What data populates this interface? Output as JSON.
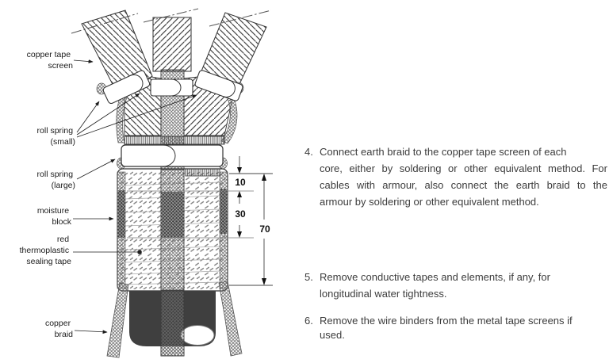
{
  "diagram": {
    "labels": {
      "copper_tape_screen": {
        "l1": "copper tape",
        "l2": "screen"
      },
      "roll_spring_small": {
        "l1": "roll spring",
        "l2": "(small)"
      },
      "roll_spring_large": {
        "l1": "roll spring",
        "l2": "(large)"
      },
      "moisture_block": {
        "l1": "moisture",
        "l2": "block"
      },
      "sealing_tape": {
        "l1": "red",
        "l2": "thermoplastic",
        "l3": "sealing tape"
      },
      "copper_braid": {
        "l1": "copper",
        "l2": "braid"
      }
    },
    "dimensions": {
      "d10": "10",
      "d30": "30",
      "d70": "70"
    },
    "colors": {
      "dark_fill": "#3f3f3f",
      "line": "#333333",
      "text": "#1c1c1c"
    }
  },
  "instructions": {
    "item4": {
      "num": "4.",
      "lines": [
        "Connect earth braid to the copper tape screen of each",
        "core, either by soldering or other equivalent method. For",
        "cables with armour, also connect the earth braid to the",
        "armour by soldering or other equivalent method."
      ]
    },
    "item5": {
      "num": "5.",
      "lines": [
        "Remove conductive tapes and elements, if any, for",
        "longitudinal water tightness."
      ]
    },
    "item6": {
      "num": "6.",
      "lines": [
        "Remove the wire binders from the metal tape screens if",
        "used."
      ]
    }
  }
}
